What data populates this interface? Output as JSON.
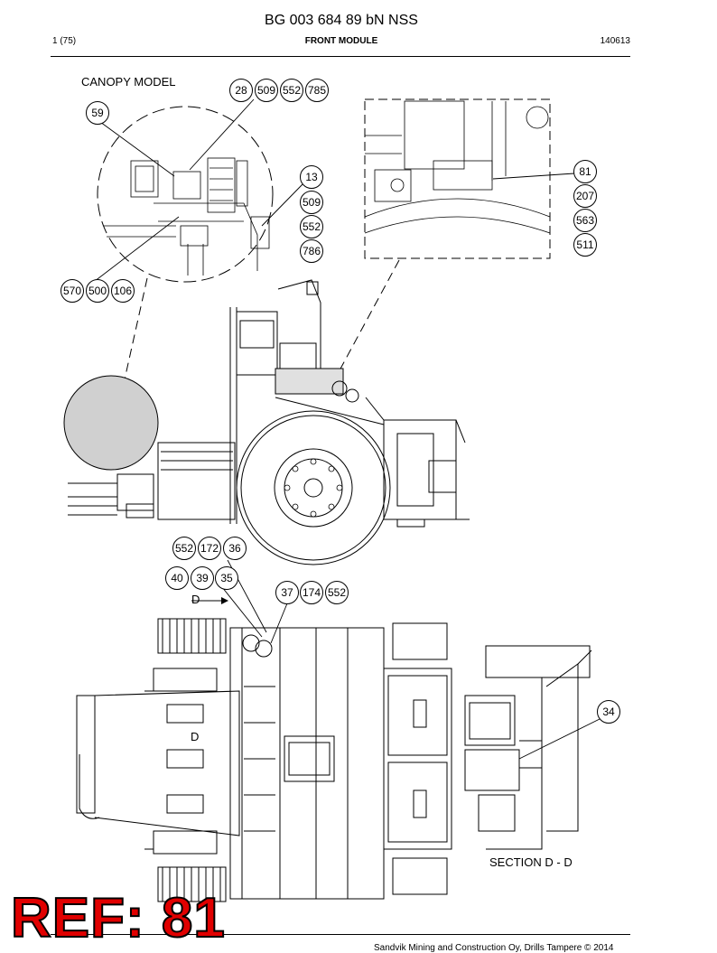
{
  "header": {
    "doc_title": "BG 003 684 89 bN NSS",
    "page": "1 (75)",
    "module": "FRONT MODULE",
    "date": "140613"
  },
  "labels": {
    "canopy_model": "CANOPY MODEL",
    "section": "SECTION D - D",
    "d_upper": "D",
    "d_lower": "D"
  },
  "ref": "REF: 81",
  "footer": "Sandvik Mining and Construction Oy, Drills Tampere © 2014",
  "callouts": {
    "c28": "28",
    "c509a": "509",
    "c552a": "552",
    "c785": "785",
    "c59": "59",
    "c13": "13",
    "c509b": "509",
    "c552b": "552",
    "c786": "786",
    "c570": "570",
    "c500": "500",
    "c106": "106",
    "c81": "81",
    "c207": "207",
    "c563": "563",
    "c511": "511",
    "c552c": "552",
    "c172": "172",
    "c36": "36",
    "c40": "40",
    "c39": "39",
    "c35": "35",
    "c37": "37",
    "c174": "174",
    "c552d": "552",
    "c34": "34"
  }
}
